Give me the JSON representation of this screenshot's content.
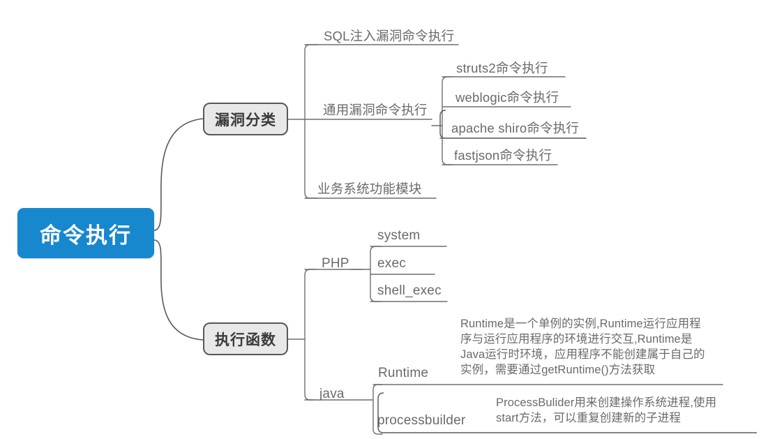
{
  "diagram": {
    "type": "mind-map",
    "title": "命令执行",
    "root": {
      "label": "命令执行",
      "color": "#1787ce",
      "text_color": "#ffffff"
    },
    "branches": [
      {
        "label": "漏洞分类",
        "children": [
          {
            "label": "SQL注入漏洞命令执行"
          },
          {
            "label": "通用漏洞命令执行",
            "children": [
              {
                "label": "struts2命令执行"
              },
              {
                "label": "weblogic命令执行"
              },
              {
                "label": "apache shiro命令执行",
                "boxed": true
              },
              {
                "label": "fastjson命令执行"
              }
            ]
          },
          {
            "label": "业务系统功能模块"
          }
        ]
      },
      {
        "label": "执行函数",
        "children": [
          {
            "label": "PHP",
            "children": [
              {
                "label": "system"
              },
              {
                "label": "exec"
              },
              {
                "label": "shell_exec"
              }
            ]
          },
          {
            "label": "java",
            "children": [
              {
                "label": "Runtime",
                "note": "Runtime是一个单例的实例,Runtime运行应用程\n序与运行应用程序的环境进行交互,Runtime是\nJava运行时环境，应用程序不能创建属于自己的\n实例，需要通过getRuntime()方法获取"
              },
              {
                "label": "processbuilder",
                "boxed": true,
                "note": "ProcessBulider用来创建操作系统进程,使用\nstart方法，可以重复创建新的子进程"
              }
            ]
          }
        ]
      }
    ]
  },
  "labels": {
    "root": "命令执行",
    "branch_vuln": "漏洞分类",
    "branch_func": "执行函数",
    "sql_injection": "SQL注入漏洞命令执行",
    "general_vuln": "通用漏洞命令执行",
    "business_module": "业务系统功能模块",
    "struts2": "struts2命令执行",
    "weblogic": "weblogic命令执行",
    "apache_shiro": "apache shiro命令执行",
    "fastjson": "fastjson命令执行",
    "php": "PHP",
    "php_system": "system",
    "php_exec": "exec",
    "php_shell_exec": "shell_exec",
    "java": "java",
    "java_runtime": "Runtime",
    "java_processbuilder": "processbuilder",
    "runtime_note": "Runtime是一个单例的实例,Runtime运行应用程\n序与运行应用程序的环境进行交互,Runtime是\nJava运行时环境，应用程序不能创建属于自己的\n实例，需要通过getRuntime()方法获取",
    "processbuilder_note": "ProcessBulider用来创建操作系统进程,使用\nstart方法，可以重复创建新的子进程"
  },
  "colors": {
    "root_fill": "#1787ce",
    "branch_fill": "#e8e8e8",
    "branch_stroke": "#575757",
    "line": "#595959",
    "text": "#6a6a6a",
    "background": "#ffffff"
  }
}
